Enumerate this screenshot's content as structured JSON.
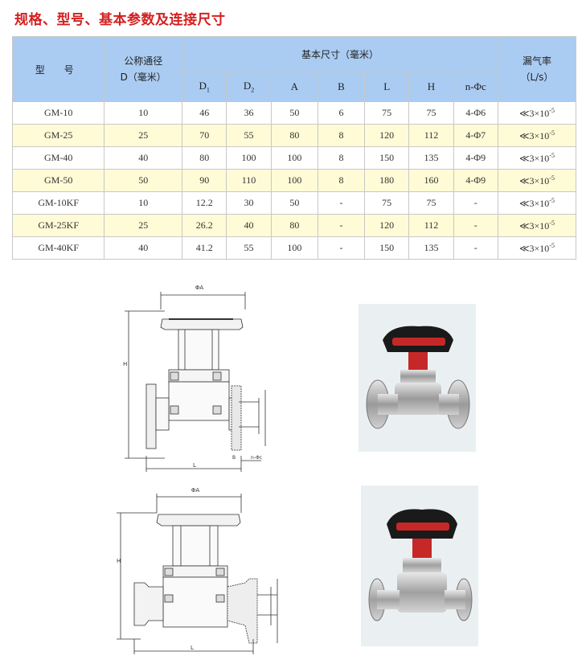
{
  "title": "规格、型号、基本参数及连接尺寸",
  "table": {
    "header_model": "型 号",
    "header_nominal_1": "公称通径",
    "header_nominal_2": "D（毫米）",
    "header_dims": "基本尺寸（毫米）",
    "header_leak_1": "漏气率",
    "header_leak_2": "（L/s）",
    "sub_headers": [
      "D1",
      "D2",
      "A",
      "B",
      "L",
      "H",
      "n-Φc"
    ],
    "rows": [
      {
        "model": "GM-10",
        "D": "10",
        "D1": "46",
        "D2": "36",
        "A": "50",
        "B": "6",
        "L": "75",
        "H": "75",
        "n": "4-Φ6",
        "leak": "≪3×10-5"
      },
      {
        "model": "GM-25",
        "D": "25",
        "D1": "70",
        "D2": "55",
        "A": "80",
        "B": "8",
        "L": "120",
        "H": "112",
        "n": "4-Φ7",
        "leak": "≪3×10-5"
      },
      {
        "model": "GM-40",
        "D": "40",
        "D1": "80",
        "D2": "100",
        "A": "100",
        "B": "8",
        "L": "150",
        "H": "135",
        "n": "4-Φ9",
        "leak": "≪3×10-5"
      },
      {
        "model": "GM-50",
        "D": "50",
        "D1": "90",
        "D2": "110",
        "A": "100",
        "B": "8",
        "L": "180",
        "H": "160",
        "n": "4-Φ9",
        "leak": "≪3×10-5"
      },
      {
        "model": "GM-10KF",
        "D": "10",
        "D1": "12.2",
        "D2": "30",
        "A": "50",
        "B": "-",
        "L": "75",
        "H": "75",
        "n": "-",
        "leak": "≪3×10-5"
      },
      {
        "model": "GM-25KF",
        "D": "25",
        "D1": "26.2",
        "D2": "40",
        "A": "80",
        "B": "-",
        "L": "120",
        "H": "112",
        "n": "-",
        "leak": "≪3×10-5"
      },
      {
        "model": "GM-40KF",
        "D": "40",
        "D1": "41.2",
        "D2": "55",
        "A": "100",
        "B": "-",
        "L": "150",
        "H": "135",
        "n": "-",
        "leak": "≪3×10-5"
      }
    ]
  },
  "drawing_labels": {
    "phiA": "ΦA",
    "H": "H",
    "L": "L",
    "B": "B",
    "nphic": "n-Φc"
  },
  "colors": {
    "title": "#d42020",
    "header_bg": "#aaccf2",
    "row_alt_bg": "#fefbd6",
    "handle": "#1a1a1a",
    "handle_ring": "#c62828"
  }
}
